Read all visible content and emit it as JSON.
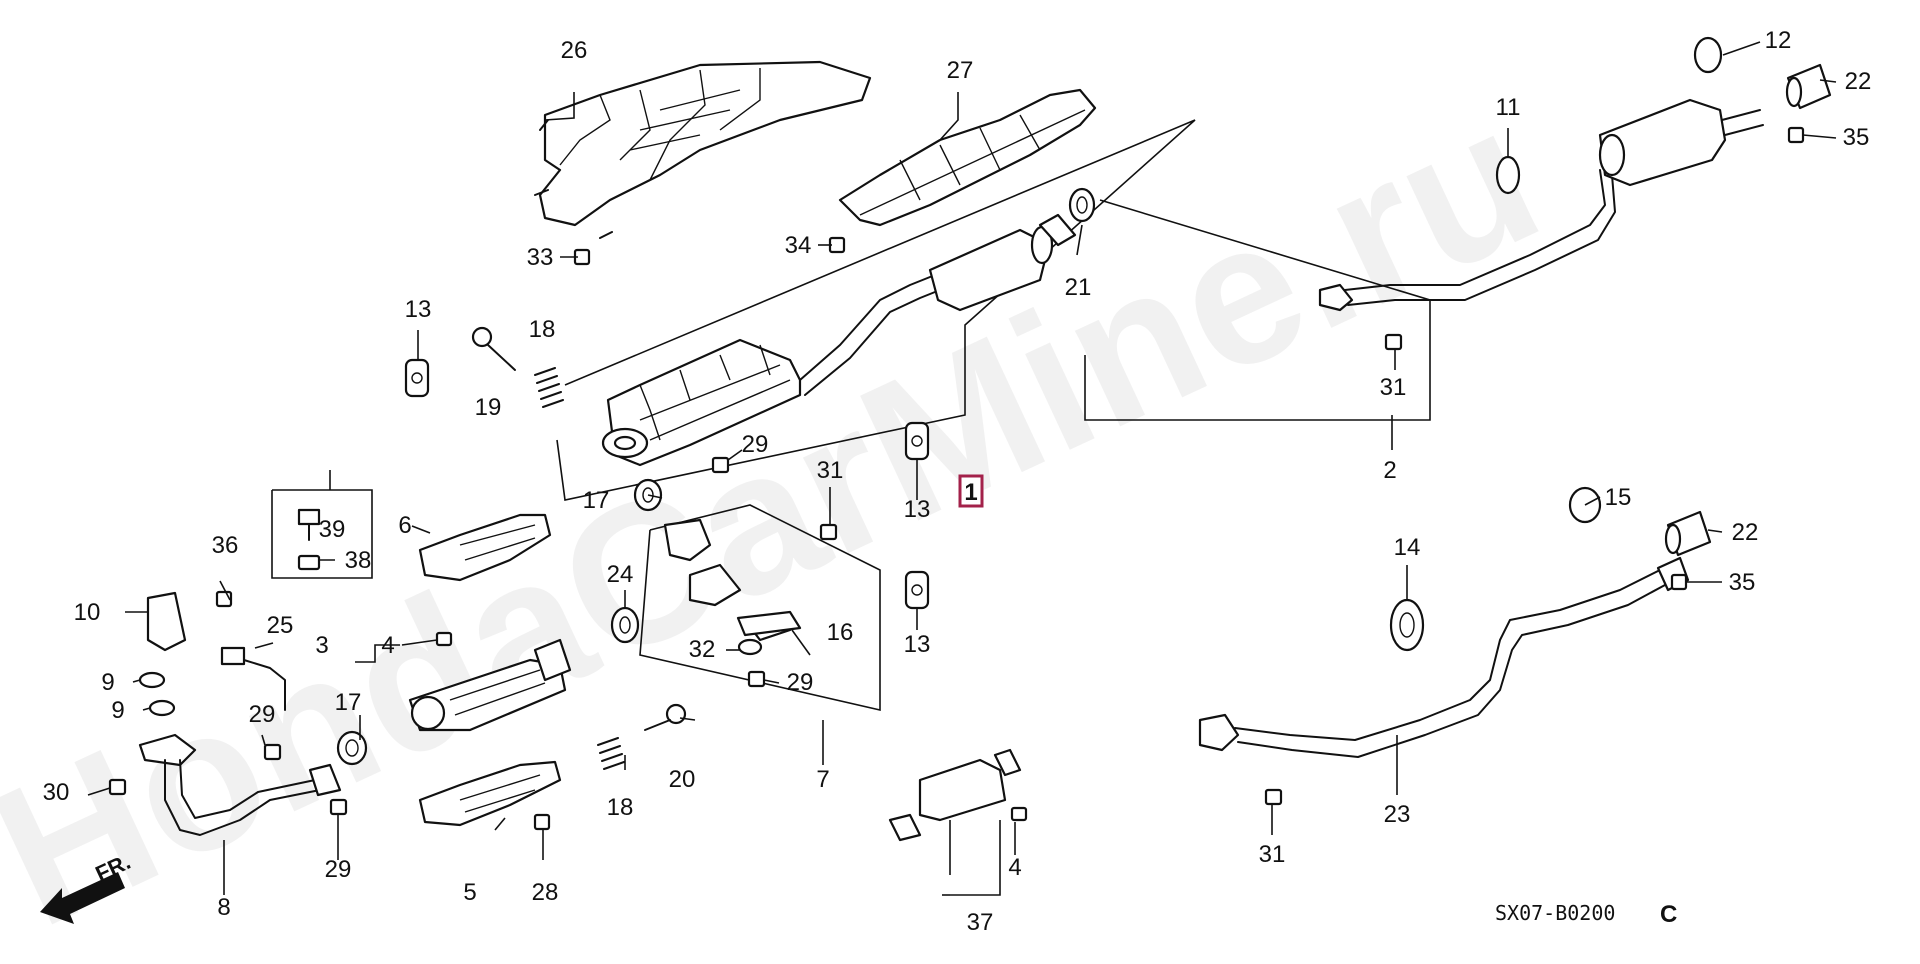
{
  "diagram": {
    "watermark": "HondaCarMine.ru",
    "reference_code": "SX07-B0200",
    "reference_suffix": "C",
    "direction_label": "FR.",
    "highlighted_part": "1",
    "labels": {
      "l1": "1",
      "l2": "2",
      "l3": "3",
      "l4a": "4",
      "l4b": "4",
      "l5": "5",
      "l6": "6",
      "l7": "7",
      "l8": "8",
      "l9a": "9",
      "l9b": "9",
      "l10": "10",
      "l11": "11",
      "l12": "12",
      "l13a": "13",
      "l13b": "13",
      "l13c": "13",
      "l14": "14",
      "l15": "15",
      "l16": "16",
      "l17a": "17",
      "l17b": "17",
      "l18a": "18",
      "l18b": "18",
      "l19": "19",
      "l20": "20",
      "l21": "21",
      "l22a": "22",
      "l22b": "22",
      "l23": "23",
      "l24": "24",
      "l25": "25",
      "l26": "26",
      "l27": "27",
      "l28": "28",
      "l29a": "29",
      "l29b": "29",
      "l29c": "29",
      "l29d": "29",
      "l30": "30",
      "l31a": "31",
      "l31b": "31",
      "l31c": "31",
      "l32": "32",
      "l33": "33",
      "l34": "34",
      "l35a": "35",
      "l35b": "35",
      "l36": "36",
      "l37": "37",
      "l38": "38",
      "l39": "39"
    }
  }
}
